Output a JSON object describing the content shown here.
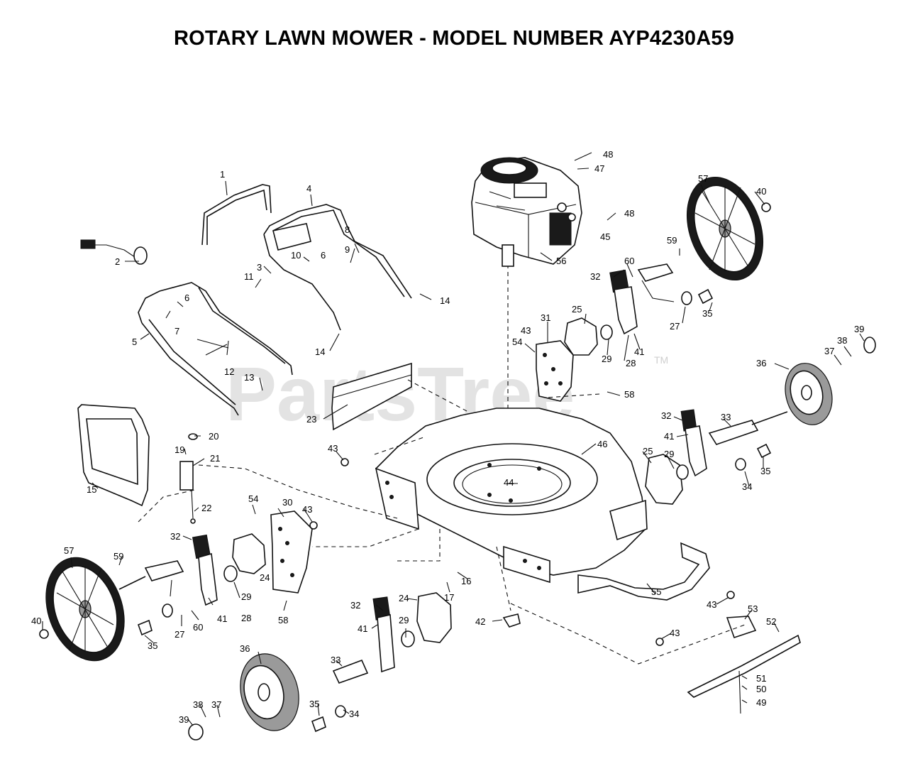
{
  "title": "ROTARY LAWN MOWER - MODEL NUMBER AYP4230A59",
  "watermark": {
    "text": "PartsTree",
    "trademark": "TM"
  },
  "callouts": [
    {
      "id": "c-1",
      "label": "1"
    },
    {
      "id": "c-4",
      "label": "4"
    },
    {
      "id": "c-2",
      "label": "2"
    },
    {
      "id": "c-8",
      "label": "8"
    },
    {
      "id": "c-9",
      "label": "9"
    },
    {
      "id": "c-10",
      "label": "10"
    },
    {
      "id": "c-6a",
      "label": "6"
    },
    {
      "id": "c-3",
      "label": "3"
    },
    {
      "id": "c-11",
      "label": "11"
    },
    {
      "id": "c-6b",
      "label": "6"
    },
    {
      "id": "c-7",
      "label": "7"
    },
    {
      "id": "c-5",
      "label": "5"
    },
    {
      "id": "c-14a",
      "label": "14"
    },
    {
      "id": "c-14b",
      "label": "14"
    },
    {
      "id": "c-12",
      "label": "12"
    },
    {
      "id": "c-13",
      "label": "13"
    },
    {
      "id": "c-48a",
      "label": "48"
    },
    {
      "id": "c-47",
      "label": "47"
    },
    {
      "id": "c-48b",
      "label": "48"
    },
    {
      "id": "c-45",
      "label": "45"
    },
    {
      "id": "c-56",
      "label": "56"
    },
    {
      "id": "c-57a",
      "label": "57"
    },
    {
      "id": "c-40a",
      "label": "40"
    },
    {
      "id": "c-59a",
      "label": "59"
    },
    {
      "id": "c-60a",
      "label": "60"
    },
    {
      "id": "c-32a",
      "label": "32"
    },
    {
      "id": "c-35a",
      "label": "35"
    },
    {
      "id": "c-27a",
      "label": "27"
    },
    {
      "id": "c-25a",
      "label": "25"
    },
    {
      "id": "c-31",
      "label": "31"
    },
    {
      "id": "c-43a",
      "label": "43"
    },
    {
      "id": "c-54a",
      "label": "54"
    },
    {
      "id": "c-29a",
      "label": "29"
    },
    {
      "id": "c-28a",
      "label": "28"
    },
    {
      "id": "c-41a",
      "label": "41"
    },
    {
      "id": "c-58a",
      "label": "58"
    },
    {
      "id": "c-39a",
      "label": "39"
    },
    {
      "id": "c-38a",
      "label": "38"
    },
    {
      "id": "c-37a",
      "label": "37"
    },
    {
      "id": "c-36a",
      "label": "36"
    },
    {
      "id": "c-23",
      "label": "23"
    },
    {
      "id": "c-43b",
      "label": "43"
    },
    {
      "id": "c-46",
      "label": "46"
    },
    {
      "id": "c-32b",
      "label": "32"
    },
    {
      "id": "c-41b",
      "label": "41"
    },
    {
      "id": "c-33a",
      "label": "33"
    },
    {
      "id": "c-25b",
      "label": "25"
    },
    {
      "id": "c-29b",
      "label": "29"
    },
    {
      "id": "c-35b",
      "label": "35"
    },
    {
      "id": "c-34a",
      "label": "34"
    },
    {
      "id": "c-44",
      "label": "44"
    },
    {
      "id": "c-15",
      "label": "15"
    },
    {
      "id": "c-20",
      "label": "20"
    },
    {
      "id": "c-19",
      "label": "19"
    },
    {
      "id": "c-21",
      "label": "21"
    },
    {
      "id": "c-22",
      "label": "22"
    },
    {
      "id": "c-54b",
      "label": "54"
    },
    {
      "id": "c-30",
      "label": "30"
    },
    {
      "id": "c-43c",
      "label": "43"
    },
    {
      "id": "c-32c",
      "label": "32"
    },
    {
      "id": "c-57b",
      "label": "57"
    },
    {
      "id": "c-59b",
      "label": "59"
    },
    {
      "id": "c-24a",
      "label": "24"
    },
    {
      "id": "c-29c",
      "label": "29"
    },
    {
      "id": "c-28b",
      "label": "28"
    },
    {
      "id": "c-41c",
      "label": "41"
    },
    {
      "id": "c-60b",
      "label": "60"
    },
    {
      "id": "c-40b",
      "label": "40"
    },
    {
      "id": "c-35c",
      "label": "35"
    },
    {
      "id": "c-27b",
      "label": "27"
    },
    {
      "id": "c-58b",
      "label": "58"
    },
    {
      "id": "c-16",
      "label": "16"
    },
    {
      "id": "c-17",
      "label": "17"
    },
    {
      "id": "c-24b",
      "label": "24"
    },
    {
      "id": "c-32d",
      "label": "32"
    },
    {
      "id": "c-41d",
      "label": "41"
    },
    {
      "id": "c-29d",
      "label": "29"
    },
    {
      "id": "c-42",
      "label": "42"
    },
    {
      "id": "c-55",
      "label": "55"
    },
    {
      "id": "c-43d",
      "label": "43"
    },
    {
      "id": "c-43e",
      "label": "43"
    },
    {
      "id": "c-53",
      "label": "53"
    },
    {
      "id": "c-52",
      "label": "52"
    },
    {
      "id": "c-51",
      "label": "51"
    },
    {
      "id": "c-50",
      "label": "50"
    },
    {
      "id": "c-49",
      "label": "49"
    },
    {
      "id": "c-36b",
      "label": "36"
    },
    {
      "id": "c-33b",
      "label": "33"
    },
    {
      "id": "c-35d",
      "label": "35"
    },
    {
      "id": "c-34b",
      "label": "34"
    },
    {
      "id": "c-39b",
      "label": "39"
    },
    {
      "id": "c-38b",
      "label": "38"
    },
    {
      "id": "c-37b",
      "label": "37"
    }
  ]
}
